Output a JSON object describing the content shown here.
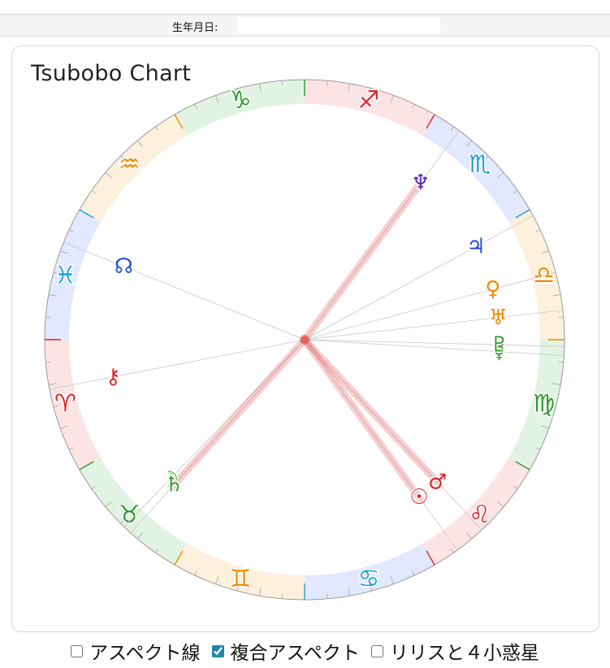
{
  "header": {
    "dob_label": "生年月日:",
    "dob_value": ""
  },
  "chart": {
    "title": "Tsubobo Chart"
  },
  "zodiac": [
    {
      "sign": "aries",
      "glyph": "♈",
      "color": "#dc2626",
      "bg": "#fde4e4"
    },
    {
      "sign": "taurus",
      "glyph": "♉",
      "color": "#2b9a2b",
      "bg": "#e3f3e3"
    },
    {
      "sign": "gemini",
      "glyph": "♊",
      "color": "#f08c00",
      "bg": "#fdf0dc"
    },
    {
      "sign": "cancer",
      "glyph": "♋",
      "color": "#1f9fd6",
      "bg": "#e2e8fd"
    },
    {
      "sign": "leo",
      "glyph": "♌",
      "color": "#dc2626",
      "bg": "#fde4e4"
    },
    {
      "sign": "virgo",
      "glyph": "♍",
      "color": "#2b9a2b",
      "bg": "#e3f3e3"
    },
    {
      "sign": "libra",
      "glyph": "♎",
      "color": "#f08c00",
      "bg": "#fdf0dc"
    },
    {
      "sign": "scorpio",
      "glyph": "♏",
      "color": "#1f9fd6",
      "bg": "#e2e8fd"
    },
    {
      "sign": "sagittarius",
      "glyph": "♐",
      "color": "#dc2626",
      "bg": "#fde4e4"
    },
    {
      "sign": "capricorn",
      "glyph": "♑",
      "color": "#2b9a2b",
      "bg": "#e3f3e3"
    },
    {
      "sign": "aquarius",
      "glyph": "♒",
      "color": "#f08c00",
      "bg": "#fdf0dc"
    },
    {
      "sign": "pisces",
      "glyph": "♓",
      "color": "#1f9fd6",
      "bg": "#e2e8fd"
    }
  ],
  "planets": [
    {
      "name": "sun",
      "glyph": "☉",
      "longitude": 126.0,
      "color": "#dc2626"
    },
    {
      "name": "moon",
      "glyph": "☽",
      "longitude": 46.0,
      "color": "#2b9a2b"
    },
    {
      "name": "mercury",
      "glyph": "☿",
      "longitude": 176.5,
      "color": "#2b9a2b"
    },
    {
      "name": "venus",
      "glyph": "♀",
      "longitude": 195.0,
      "color": "#f08c00"
    },
    {
      "name": "mars",
      "glyph": "♂",
      "longitude": 133.0,
      "color": "#dc2626"
    },
    {
      "name": "jupiter",
      "glyph": "♃",
      "longitude": 208.5,
      "color": "#1d4ed8"
    },
    {
      "name": "saturn",
      "glyph": "♄",
      "longitude": 48.0,
      "color": "#2b9a2b"
    },
    {
      "name": "uranus",
      "glyph": "♅",
      "longitude": 186.5,
      "color": "#f08c00"
    },
    {
      "name": "neptune",
      "glyph": "♆",
      "longitude": 233.5,
      "color": "#5b21b6"
    },
    {
      "name": "pluto",
      "glyph": "♇",
      "longitude": 178.5,
      "color": "#2b9a2b"
    },
    {
      "name": "node",
      "glyph": "☊",
      "longitude": 338.0,
      "color": "#1d4ed8"
    },
    {
      "name": "chiron",
      "glyph": "⚷",
      "longitude": 11.0,
      "color": "#dc2626"
    }
  ],
  "aspects": [
    {
      "from": "saturn",
      "to": "neptune"
    },
    {
      "from": "sun",
      "to": "mars"
    }
  ],
  "controls": [
    {
      "label": "アスペクト線",
      "checked": false
    },
    {
      "label": "複合アスペクト",
      "checked": true
    },
    {
      "label": "リリスと４小惑星",
      "checked": false
    }
  ]
}
